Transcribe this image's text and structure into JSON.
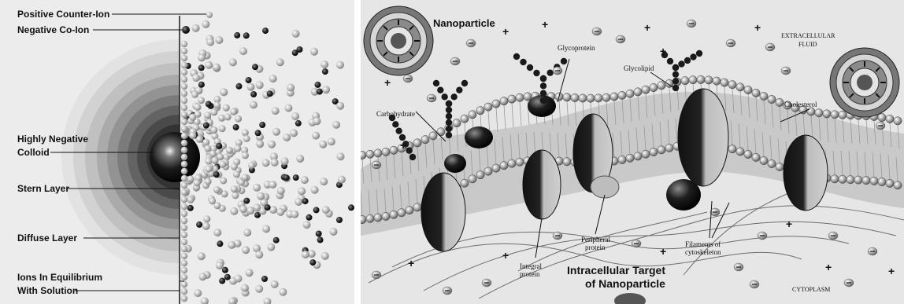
{
  "left_panel": {
    "labels": {
      "positive_counter_ion": "Positive Counter-Ion",
      "negative_co_ion": "Negative Co-Ion",
      "colloid_line1": "Highly Negative",
      "colloid_line2": "Colloid",
      "stern_layer": "Stern Layer",
      "diffuse_layer": "Diffuse Layer",
      "equilibrium_line1": "Ions In Equilibrium",
      "equilibrium_line2": "With Solution"
    }
  },
  "right_panel": {
    "labels": {
      "nanoparticle": "Nanoparticle",
      "glycoprotein": "Glycoprotein",
      "glycolipid": "Glycolipid",
      "extracellular_line1": "EXTRACELLULAR",
      "extracellular_line2": "FLUID",
      "carbohydrate": "Carbohydrate",
      "cholesterol": "Cholesterol",
      "peripheral_line1": "Peripheral",
      "peripheral_line2": "protein",
      "integral_line1": "Integral",
      "integral_line2": "protein",
      "target_line1": "Intracellular Target",
      "target_line2": "of Nanoparticle",
      "filaments_line1": "Filaments of",
      "filaments_line2": "cytoskeleton",
      "cytoplasm": "CYTOPLASM"
    }
  },
  "colors": {
    "left_bg": "#ececec",
    "right_bg": "#e6e6e6",
    "colloid": "#151515",
    "positive_ion": "#b8b8b8",
    "negative_ion": "#2a2a2a"
  }
}
